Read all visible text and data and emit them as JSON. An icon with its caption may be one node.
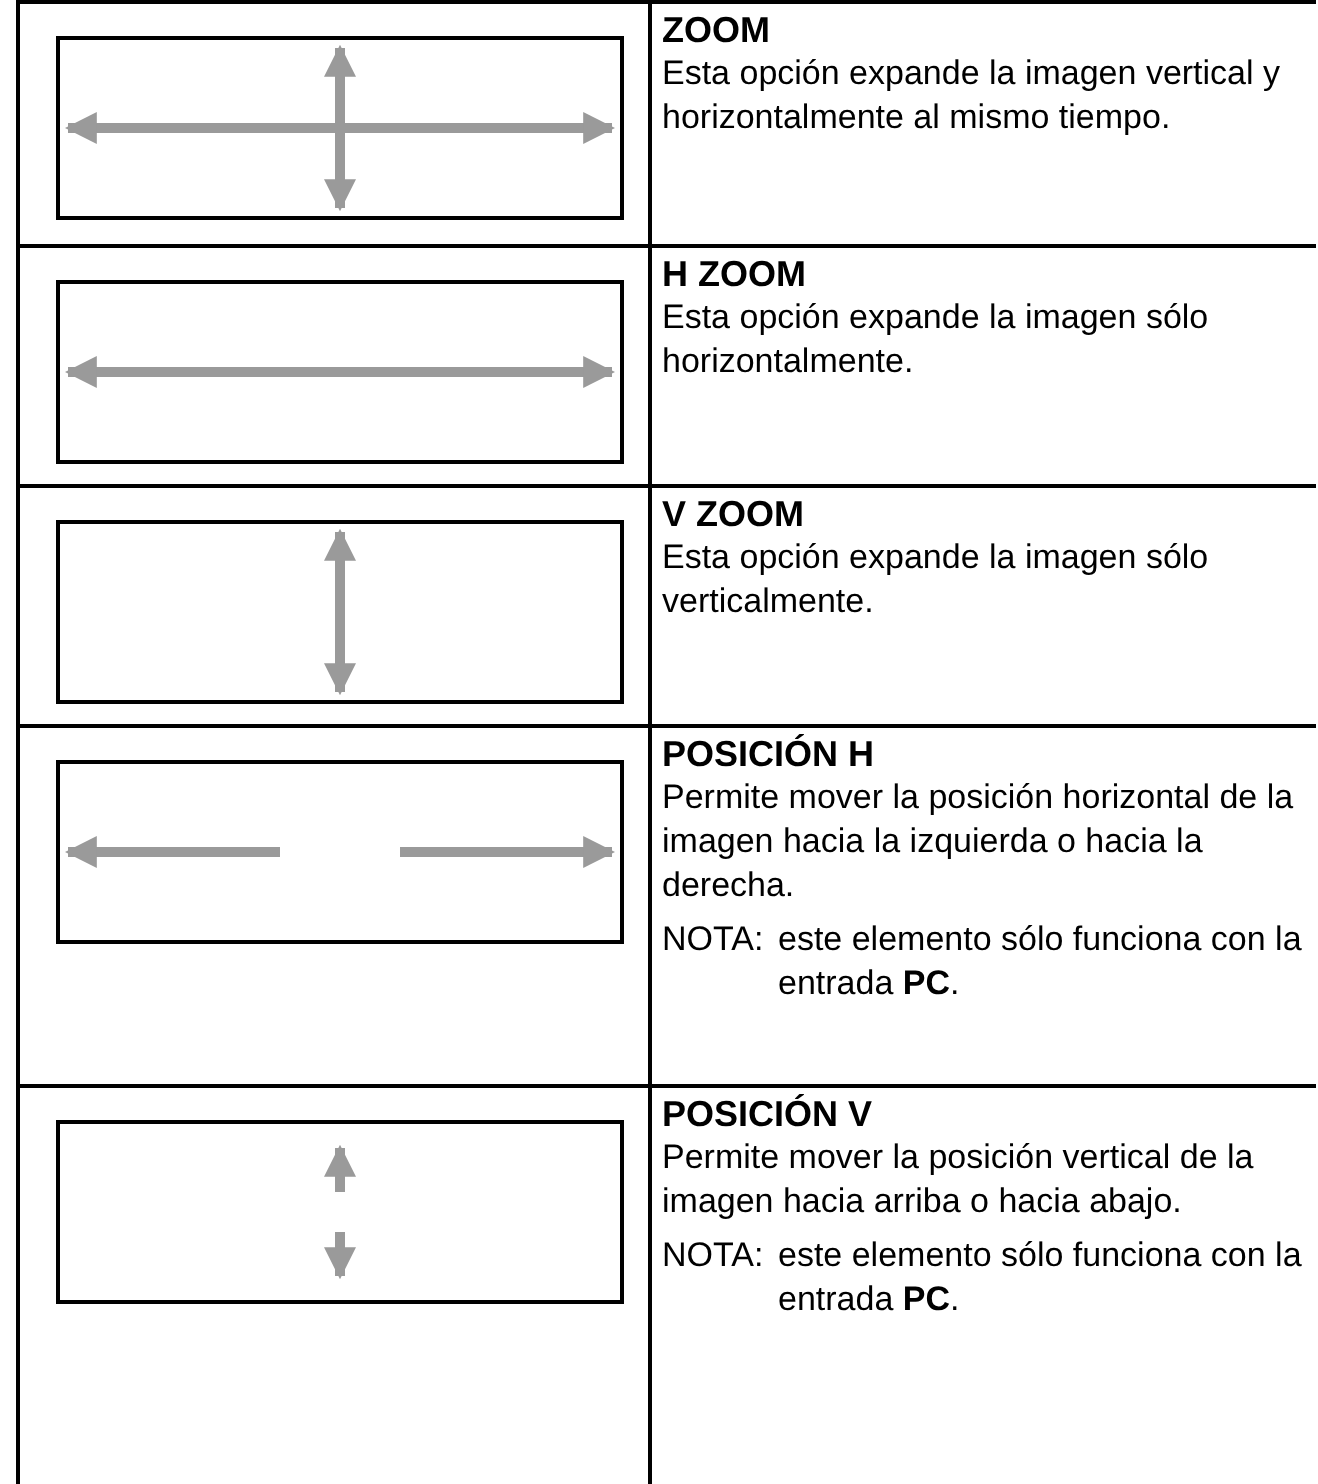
{
  "diagram": {
    "labels": [
      "ZOOM",
      "Esta opción expande la imagen vertical y horizontalmente al mismo tiempo.",
      "H ZOOM",
      "Esta opción expande la imagen sólo horizontalmente.",
      "V ZOOM",
      "Esta opción expande la imagen sólo verticalmente.",
      "POSICIÓN H",
      "Permite mover la posición horizontal de la imagen hacia la izquierda o hacia la derecha.",
      "NOTA:",
      "este elemento sólo funciona con la entrada **PC**.",
      "POSICIÓN V",
      "Permite mover la posición vertical de la imagen hacia arriba o hacia abajo.",
      "NOTA:",
      "este elemento sólo funciona con la entrada **PC**."
    ]
  }
}
